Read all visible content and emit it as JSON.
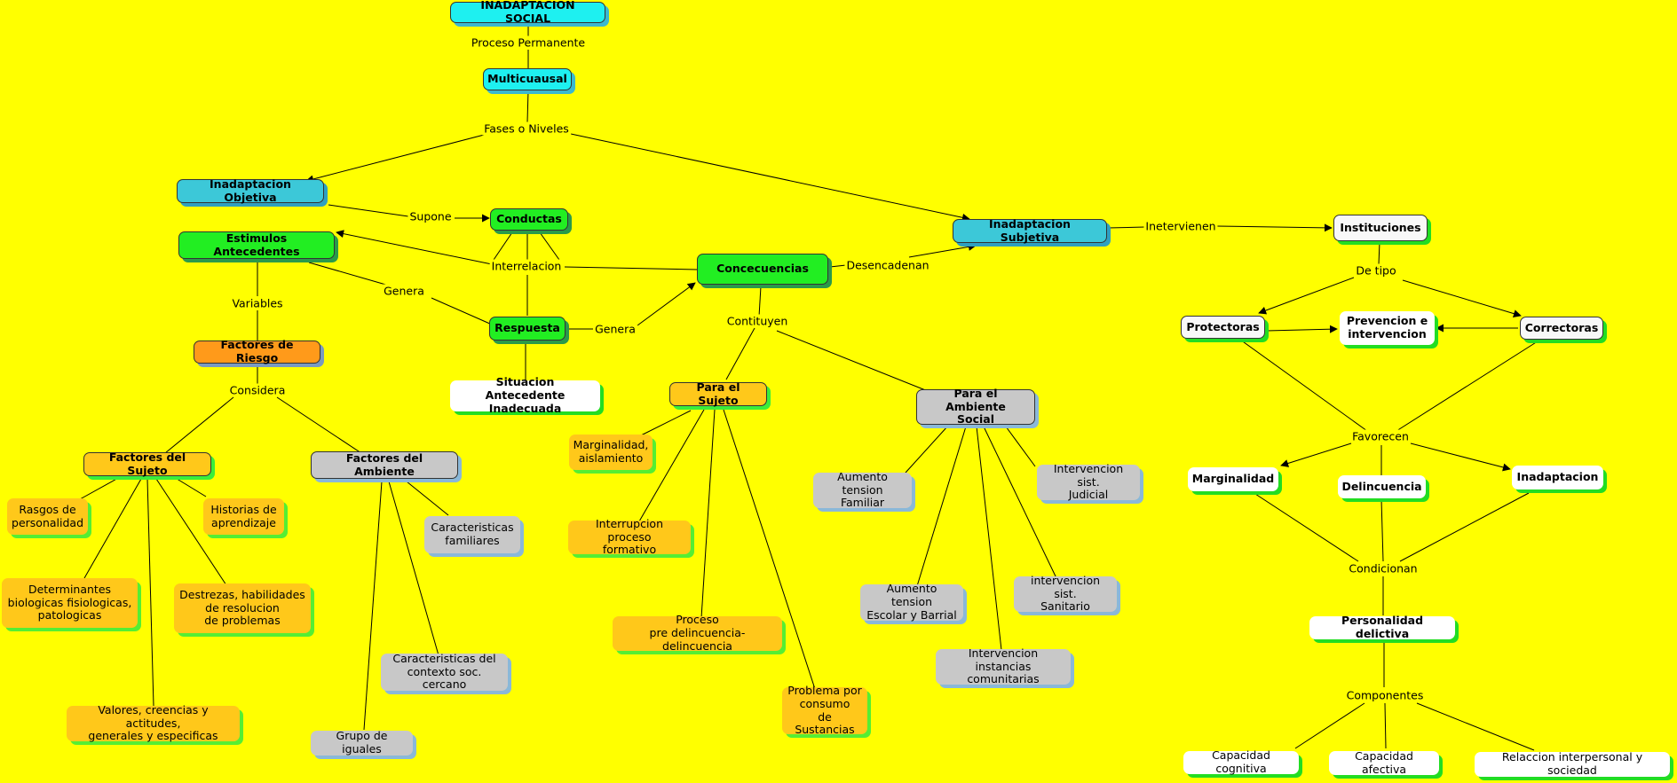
{
  "nodes": {
    "inadaptacion_social": "INADAPTACION SOCIAL",
    "multicuausal": "Multicuausal",
    "inadaptacion_objetiva": "Inadaptacion Objetiva",
    "inadaptacion_subjetiva": "Inadaptacion Subjetiva",
    "conductas": "Conductas",
    "estimulos_antecedentes": "Estimulos Antecedentes",
    "concecuencias": "Concecuencias",
    "respuesta": "Respuesta",
    "factores_de_riesgo": "Factores de Riesgo",
    "situacion_antecedente": "Situacion Antecedente\nInadecuada",
    "para_el_sujeto": "Para el Sujeto",
    "para_el_ambiente": "Para el Ambiente\nSocial",
    "factores_del_sujeto": "Factores del Sujeto",
    "factores_del_ambiente": "Factores del Ambiente",
    "rasgos_personalidad": "Rasgos de\npersonalidad",
    "historias_aprendizaje": "Historias de\naprendizaje",
    "determinantes": "Determinantes\nbiologicas fisiologicas,\npatologicas",
    "destrezas": "Destrezas, habilidades\nde resolucion\nde  problemas",
    "valores": "Valores, creencias y actitudes,\ngenerales y especificas",
    "caracteristicas_familiares": "Caracteristicas\nfamiliares",
    "caracteristicas_contexto": "Caracteristicas del\ncontexto soc. cercano",
    "grupo_iguales": "Grupo de iguales",
    "marginalidad_aislamiento": "Marginalidad,\naislamiento",
    "interrupcion": "Interrupcion proceso\nformativo",
    "proceso_pre": "Proceso\npre delincuencia-delincuencia",
    "problema_consumo": "Problema por\nconsumo\nde Sustancias",
    "aumento_familiar": "Aumento\ntension Familiar",
    "aumento_escolar": "Aumento tension\nEscolar y Barrial",
    "intervencion_comunitarias": "Intervencion instancias\ncomunitarias",
    "intervencion_sanitario": "intervencion sist.\nSanitario",
    "intervencion_judicial": "Intervencion sist.\nJudicial",
    "instituciones": "Instituciones",
    "protectoras": "Protectoras",
    "prevencion": "Prevencion e\nintervencion",
    "correctoras": "Correctoras",
    "marginalidad": "Marginalidad",
    "delincuencia": "Delincuencia",
    "inadaptacion": "Inadaptacion",
    "personalidad_delictiva": "Personalidad delictiva",
    "capacidad_cognitiva": "Capacidad cognitiva",
    "capacidad_afectiva": "Capacidad afectiva",
    "relaccion_interpersonal": "Relaccion interpersonal y sociedad"
  },
  "links": {
    "proceso_permanente": "Proceso Permanente",
    "fases_o_niveles": "Fases o Niveles",
    "supone": "Supone",
    "interrelacion": "Interrelacion",
    "genera_1": "Genera",
    "genera_2": "Genera",
    "variables": "Variables",
    "desencadenan": "Desencadenan",
    "considera": "Considera",
    "contituyen": "Contituyen",
    "inetervienen": "Inetervienen",
    "de_tipo": "De tipo",
    "favorecen": "Favorecen",
    "condicionan": "Condicionan",
    "componentes": "Componentes"
  },
  "colors": {
    "background": "#ffff00",
    "edge": "#000000"
  }
}
